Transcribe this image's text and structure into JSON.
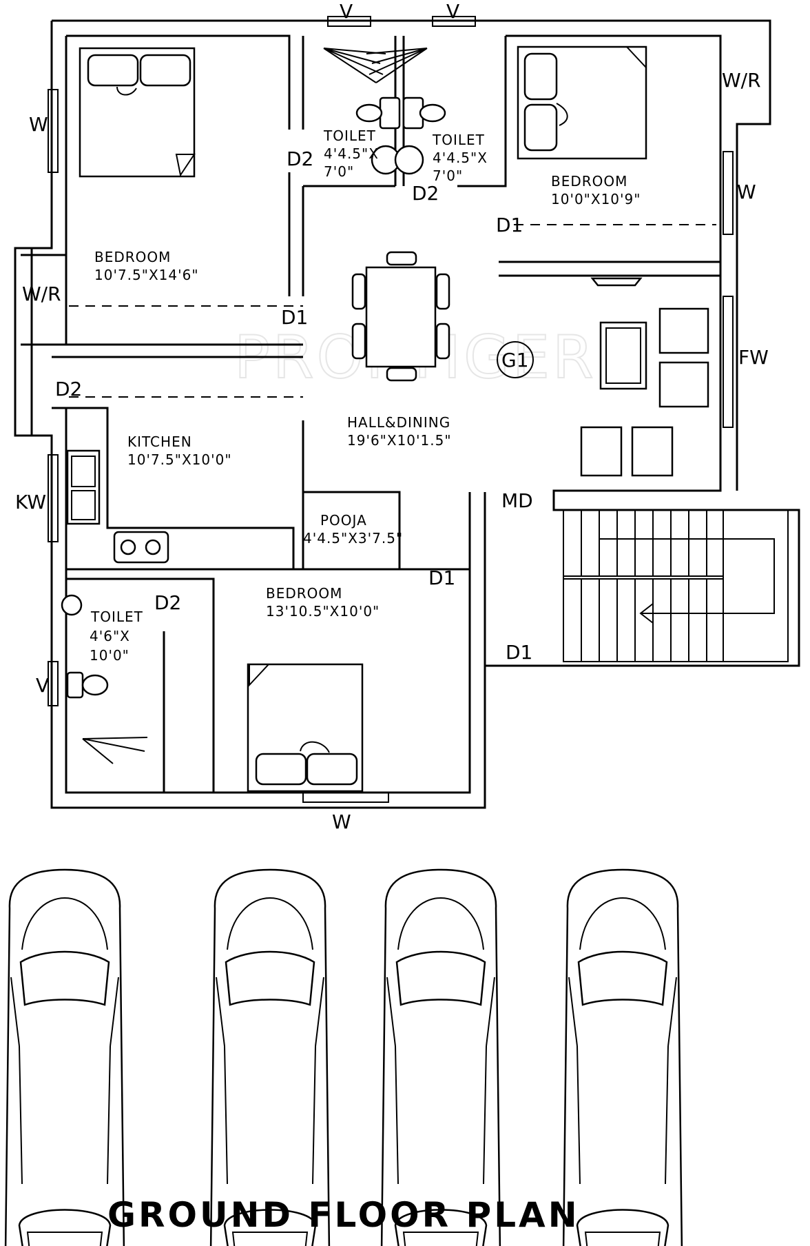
{
  "watermark": "PROPTIGER",
  "title": "GROUND FLOOR PLAN",
  "rooms": {
    "bedroom_top_left": {
      "name": "BEDROOM",
      "size": "10'7.5\"X14'6\""
    },
    "toilet_top_a": {
      "name": "TOILET",
      "size_1": "4'4.5\"X",
      "size_2": "7'0\""
    },
    "toilet_top_b": {
      "name": "TOILET",
      "size_1": "4'4.5\"X",
      "size_2": "7'0\""
    },
    "bedroom_top_right": {
      "name": "BEDROOM",
      "size": "10'0\"X10'9\""
    },
    "hall_dining": {
      "name": "HALL&DINING",
      "size": "19'6\"X10'1.5\""
    },
    "kitchen": {
      "name": "KITCHEN",
      "size": "10'7.5\"X10'0\""
    },
    "pooja": {
      "name": "POOJA",
      "size": "4'4.5\"X3'7.5\""
    },
    "toilet_bottom": {
      "name": "TOILET",
      "size_1": "4'6\"X",
      "size_2": "10'0\""
    },
    "bedroom_bottom": {
      "name": "BEDROOM",
      "size": "13'10.5\"X10'0\""
    }
  },
  "codes": {
    "v_top_1": "V",
    "v_top_2": "V",
    "w_left_top": "W",
    "wr_top_right": "W/R",
    "d2_toilet_a": "D2",
    "d2_toilet_b": "D2",
    "w_right_top": "W",
    "d1_bedroom_right": "D1",
    "wr_left": "W/R",
    "d1_bedroom_left": "D1",
    "g1": "G1",
    "fw": "FW",
    "d2_kitchen": "D2",
    "kw": "KW",
    "md": "MD",
    "d1_bedroom_bottom": "D1",
    "d2_toilet_bottom": "D2",
    "d1_stair": "D1",
    "v_left_bottom": "V",
    "w_bottom": "W"
  }
}
